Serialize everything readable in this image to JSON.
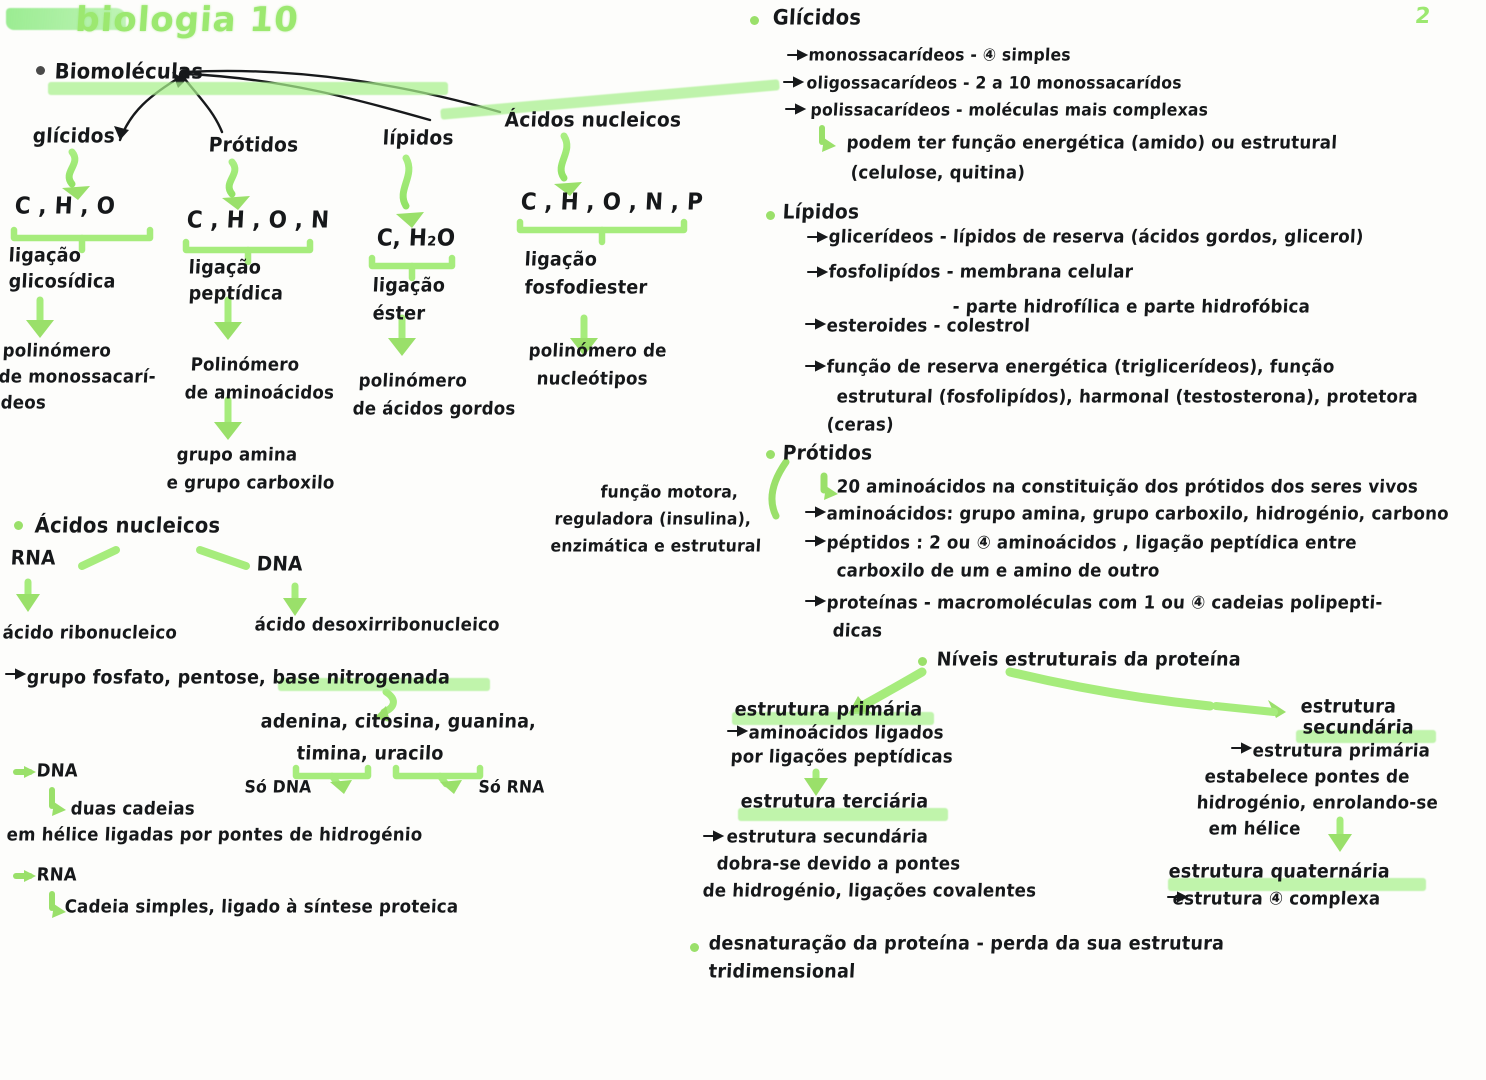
{
  "page": {
    "title": "biologia 10",
    "page_number": "2",
    "accent_green": "#9ce870",
    "ink_color": "#16181a"
  },
  "left_diagram": {
    "root_label": "Biomoléculas",
    "branches": [
      {
        "name": "glícidos",
        "elements": "C , H , O",
        "bond": "ligação\nglicosídica",
        "product": "polinómero\nde monossacarí-\ndeos"
      },
      {
        "name": "Prótidos",
        "elements": "C , H , O , N",
        "bond": "ligação\npeptídica",
        "product": "Polinómero\nde aminoácidos",
        "extra": "grupo amina\ne grupo carboxilo"
      },
      {
        "name": "lípidos",
        "elements": "C , H₂O",
        "bond": "ligação\néster",
        "product": "polinómero\nde ácidos gordos"
      },
      {
        "name": "Ácidos nucleicos",
        "elements": "C , H , O , N , P",
        "bond": "ligação\nfosfodiester",
        "product": "polinómero de\nnucleótipos"
      }
    ],
    "labels": {
      "glicidos": "glícidos",
      "protidos": "Prótidos",
      "lipidos": "lípidos",
      "acidos_nucleicos": "Ácidos nucleicos",
      "el_glicidos": "C , H , O",
      "el_protidos": "C , H , O , N",
      "el_lipidos": "C, H₂O",
      "el_acidos": "C , H , O , N , P",
      "bond_glicidos_1": "ligação",
      "bond_glicidos_2": "glicosídica",
      "bond_protidos_1": "ligação",
      "bond_protidos_2": "peptídica",
      "bond_lipidos_1": "ligação",
      "bond_lipidos_2": "éster",
      "bond_acidos_1": "ligação",
      "bond_acidos_2": "fosfodiester",
      "prod_glicidos_1": "polinómero",
      "prod_glicidos_2": "de monossacarí-",
      "prod_glicidos_3": "deos",
      "prod_protidos_1": "Polinómero",
      "prod_protidos_2": "de aminoácidos",
      "prod_lipidos_1": "polinómero",
      "prod_lipidos_2": "de ácidos gordos",
      "prod_acidos_1": "polinómero de",
      "prod_acidos_2": "nucleótipos",
      "grupo_1": "grupo amina",
      "grupo_2": "e grupo carboxilo"
    }
  },
  "acidos_nucleicos_block": {
    "heading": "Ácidos nucleicos",
    "rna_label": "RNA",
    "dna_label": "DNA",
    "rna_full": "ácido ribonucleico",
    "dna_full": "ácido desoxirribonucleico",
    "components": "grupo fosfato, pentose, base nitrogenada",
    "bases_line1": "adenina, citosina, guanina,",
    "bases_line2": "timina, uracilo",
    "so_dna": "Só DNA",
    "so_rna": "Só RNA",
    "dna_bullet": "DNA",
    "dna_desc_1": "duas cadeias",
    "dna_desc_2": "em hélice ligadas por pontes de hidrogénio",
    "rna_bullet": "RNA",
    "rna_desc": "Cadeia simples, ligado à síntese proteica"
  },
  "glicidos_block": {
    "heading": "Glícidos",
    "items": [
      "monossacarídeos - ④ simples",
      "oligossacarídeos - 2 a 10 monossacarídos",
      "polissacarídeos - moléculas mais complexas"
    ],
    "sub_line1": "podem ter função energética (amido) ou estrutural",
    "sub_line2": "(celulose, quitina)"
  },
  "lipidos_block": {
    "heading": "Lípidos",
    "items": [
      "glicerídeos - lípidos de reserva (ácidos gordos, glicerol)",
      "fosfolipídos - membrana celular",
      "esteroides - colestrol"
    ],
    "sub_membrana": "- parte hidrofílica e parte hidrofóbica",
    "funcao_line1": "função de reserva energética (triglicerídeos), função",
    "funcao_line2": "estrutural (fosfolipídos), harmonal (testosterona), protetora",
    "funcao_line3": "(ceras)"
  },
  "protidos_block": {
    "heading": "Prótidos",
    "first": "20 aminoácidos na constituição dos prótidos dos seres vivos",
    "items": [
      "aminoácidos: grupo amina, grupo carboxilo, hidrogénio, carbono"
    ],
    "peptidos_line1": "péptidos : 2 ou ④ aminoácidos , ligação peptídica entre",
    "peptidos_line2": "carboxilo de um e amino de outro",
    "proteinas_line1": "proteínas - macromoléculas com 1 ou ④ cadeias polipepti-",
    "proteinas_line2": "dicas",
    "funcao_note_1": "função motora,",
    "funcao_note_2": "reguladora (insulina),",
    "funcao_note_3": "enzimática e estrutural"
  },
  "niveis_block": {
    "heading": "Níveis estruturais da proteína",
    "primaria": {
      "title": "estrutura primária",
      "line1": "aminoácidos ligados",
      "line2": "por ligações peptídicas"
    },
    "terciaria": {
      "title": "estrutura terciária",
      "line1": "estrutura secundária",
      "line2": "dobra-se devido a pontes",
      "line3": "de hidrogénio, ligações covalentes"
    },
    "secundaria": {
      "title_line1": "estrutura",
      "title_line2": "secundária",
      "line1": "estrutura primária",
      "line2": "estabelece pontes de",
      "line3": "hidrogénio, enrolando-se",
      "line4": "em hélice"
    },
    "quaternaria": {
      "title": "estrutura quaternária",
      "line1": "estrutura ④ complexa"
    }
  },
  "desnaturacao": {
    "line1": "desnaturação da proteína - perda da sua estrutura",
    "line2": "tridimensional"
  }
}
